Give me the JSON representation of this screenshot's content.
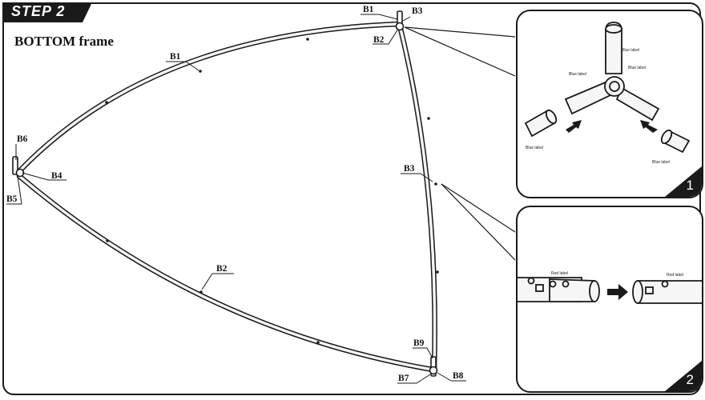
{
  "header": {
    "step": "STEP 2",
    "title": "BOTTOM frame"
  },
  "labels": {
    "b1_top": "B1",
    "b1_arc": "B1",
    "b2_top": "B2",
    "b2_arc": "B2",
    "b3_top": "B3",
    "b3_arc": "B3",
    "b4": "B4",
    "b5": "B5",
    "b6": "B6",
    "b7": "B7",
    "b8": "B8",
    "b9": "B9"
  },
  "panels": [
    {
      "number": "1",
      "tiny": [
        "Blue label",
        "Blue label",
        "Blue label",
        "Blue label",
        "Blue label"
      ]
    },
    {
      "number": "2",
      "tiny": [
        "Red label",
        "Red label"
      ]
    }
  ],
  "colors": {
    "ink": "#1a1a1a",
    "paper": "#ffffff",
    "pole_fill": "#f4f4f4"
  }
}
